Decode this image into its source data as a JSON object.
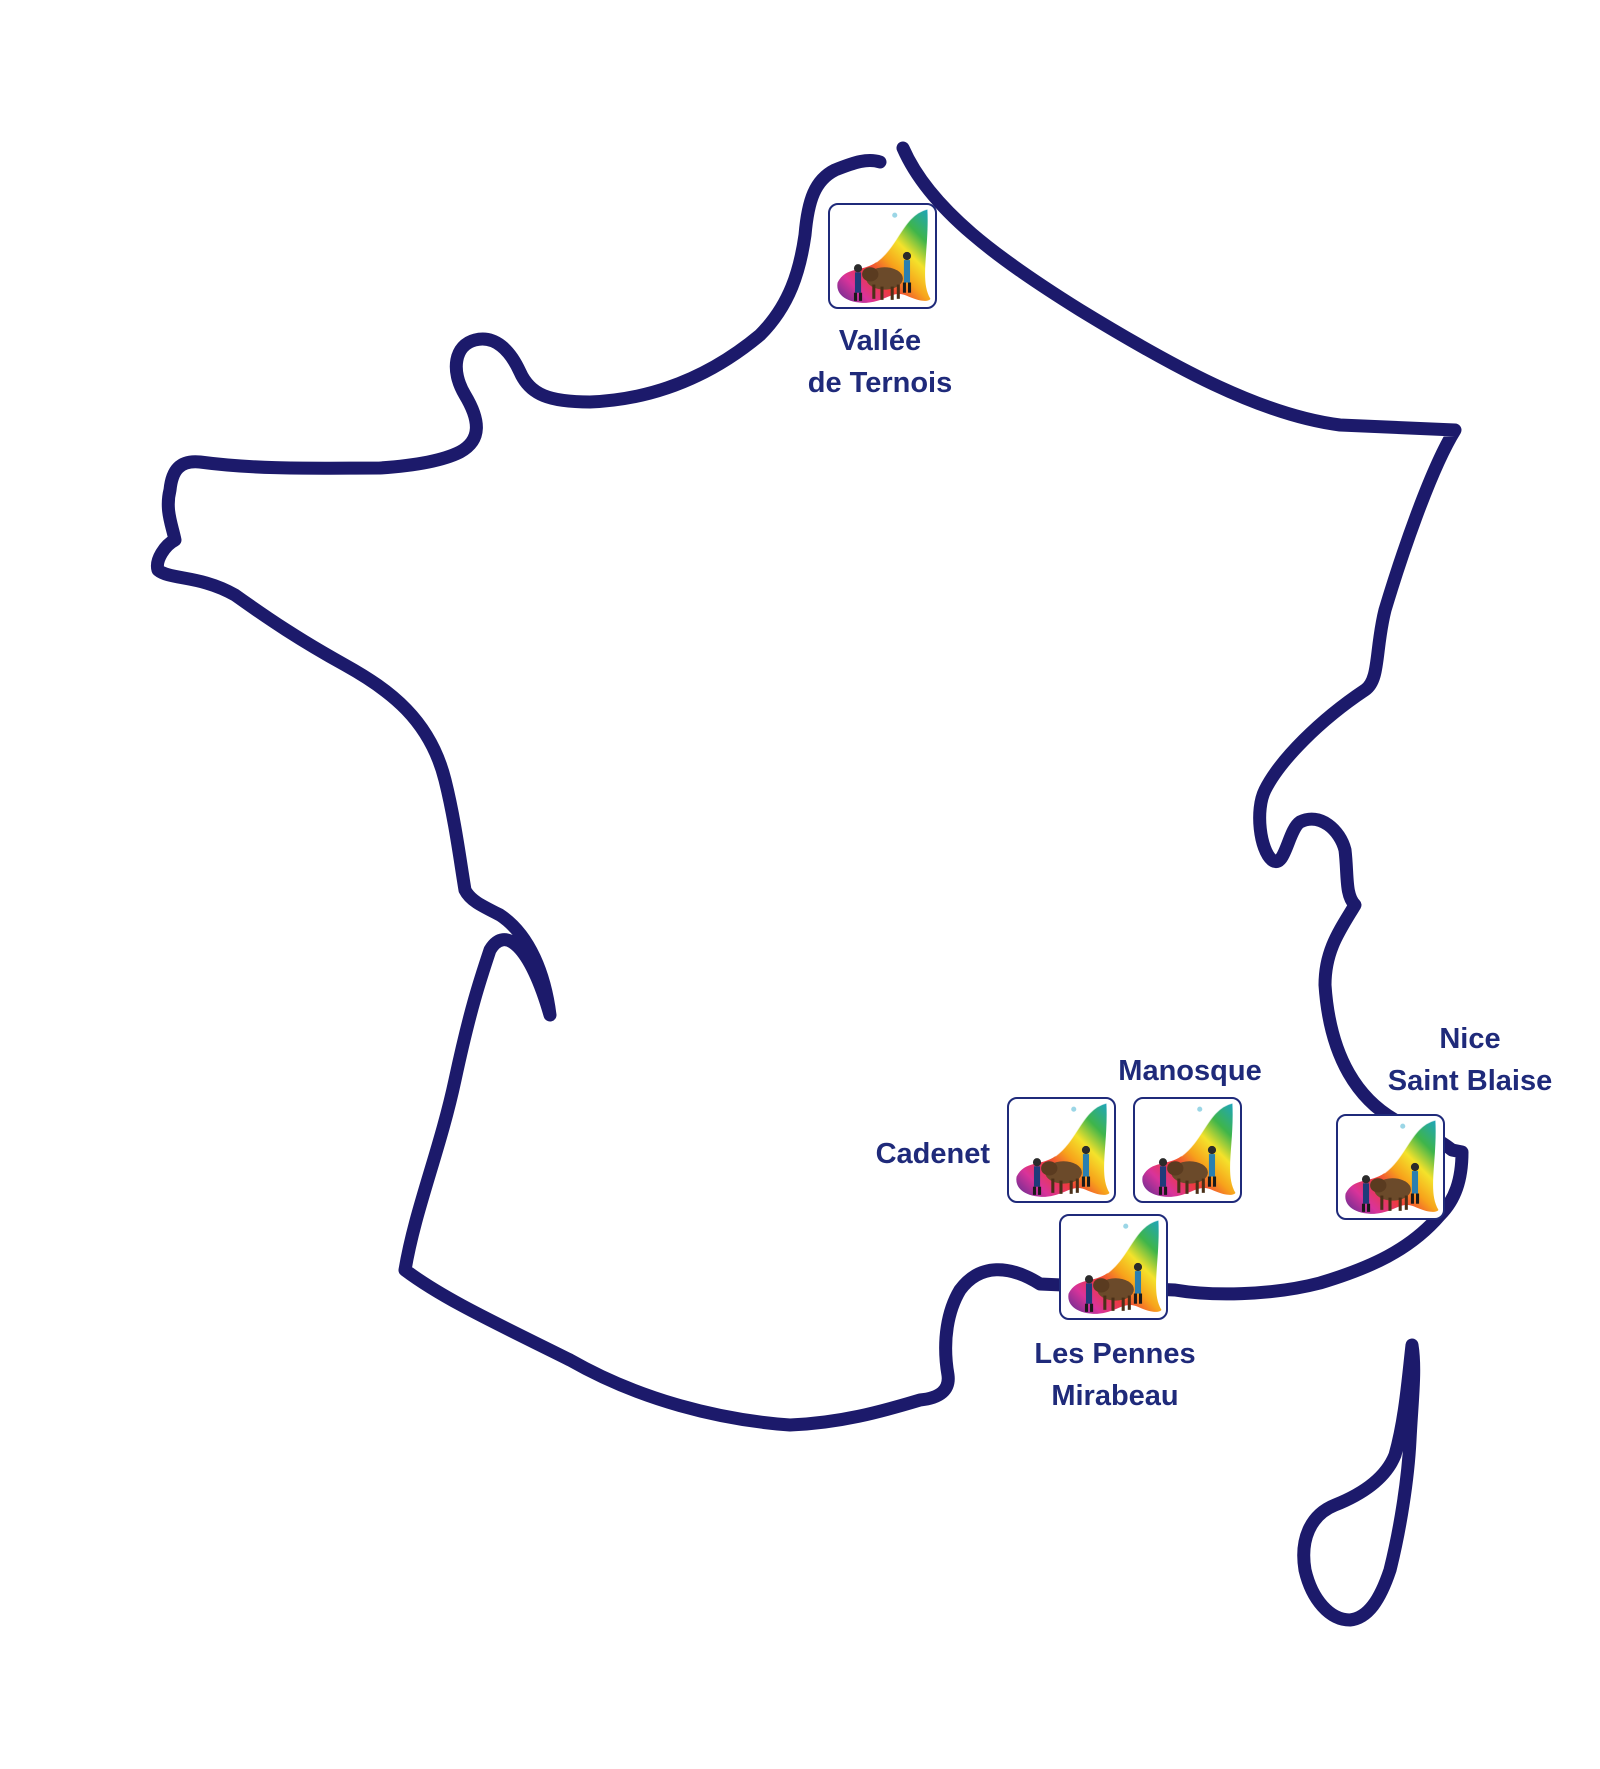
{
  "map": {
    "outline_color": "#1c1a6b",
    "label_color": "#1f2a7a",
    "marker_icon": "rainbow-logo-icon"
  },
  "sites": [
    {
      "id": "vallee-de-ternois",
      "lines": [
        "Vallée",
        "de Ternois"
      ]
    },
    {
      "id": "cadenet",
      "lines": [
        "Cadenet"
      ]
    },
    {
      "id": "manosque",
      "lines": [
        "Manosque"
      ]
    },
    {
      "id": "les-pennes-mirabeau",
      "lines": [
        "Les Pennes",
        "Mirabeau"
      ]
    },
    {
      "id": "nice-saint-blaise",
      "lines": [
        "Nice",
        "Saint Blaise"
      ]
    }
  ]
}
